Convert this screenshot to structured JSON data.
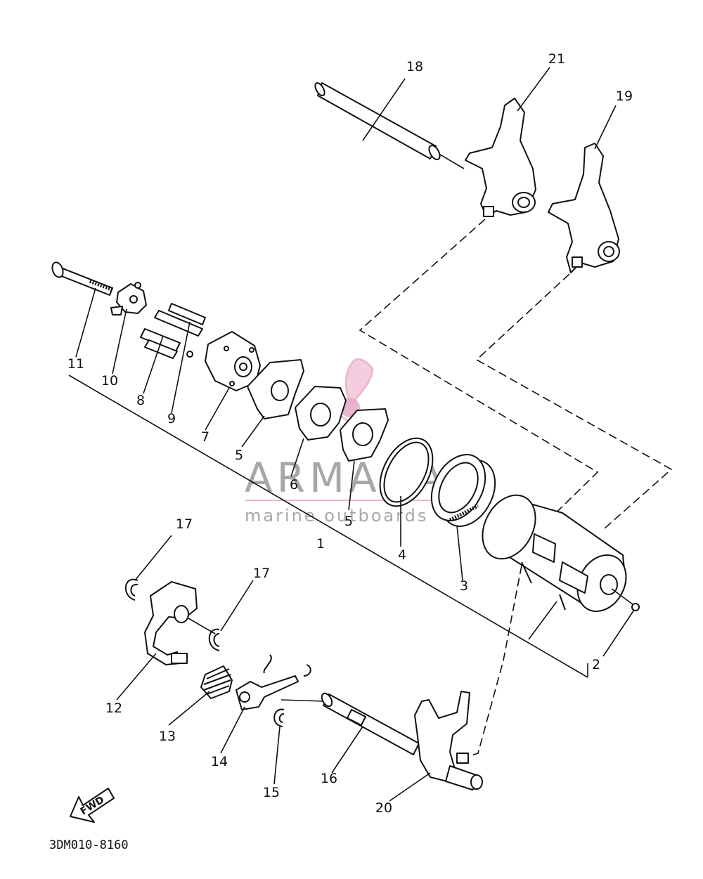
{
  "diagram_code": "3DM010-8160",
  "watermark": {
    "brand": "ARMADA",
    "tagline": "marine outboards",
    "accent_color": "#e8a7c4",
    "text_color": "#8a8a8a"
  },
  "fwd_arrow_label": "FWD",
  "callouts": {
    "c1": "1",
    "c2": "2",
    "c3": "3",
    "c4": "4",
    "c5a": "5",
    "c5b": "5",
    "c6": "6",
    "c7": "7",
    "c8": "8",
    "c9": "9",
    "c10": "10",
    "c11": "11",
    "c12": "12",
    "c13": "13",
    "c14": "14",
    "c15": "15",
    "c16": "16",
    "c17a": "17",
    "c17b": "17",
    "c18": "18",
    "c19": "19",
    "c20": "20",
    "c21": "21"
  }
}
